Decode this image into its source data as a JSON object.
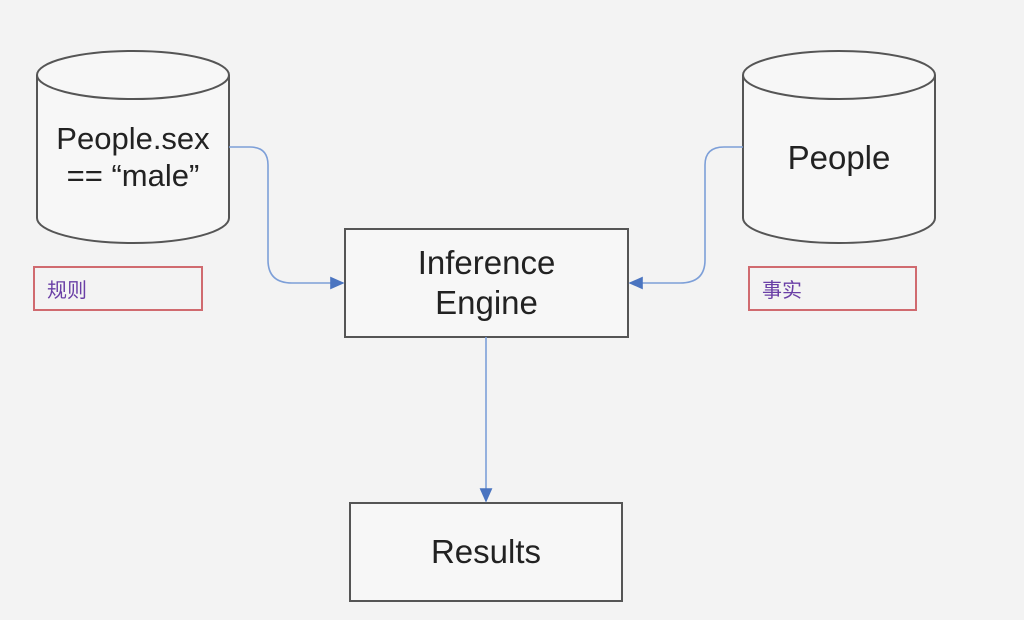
{
  "rules_db": {
    "line1": "People.sex",
    "line2": "== “male”"
  },
  "rules_tag": "规则",
  "facts_db": {
    "label": "People"
  },
  "facts_tag": "事实",
  "engine": {
    "line1": "Inference",
    "line2": "Engine"
  },
  "results": {
    "label": "Results"
  },
  "colors": {
    "connector": "#5b86cf",
    "tag_border": "#d06a6f",
    "tag_text": "#6a3fa6"
  }
}
